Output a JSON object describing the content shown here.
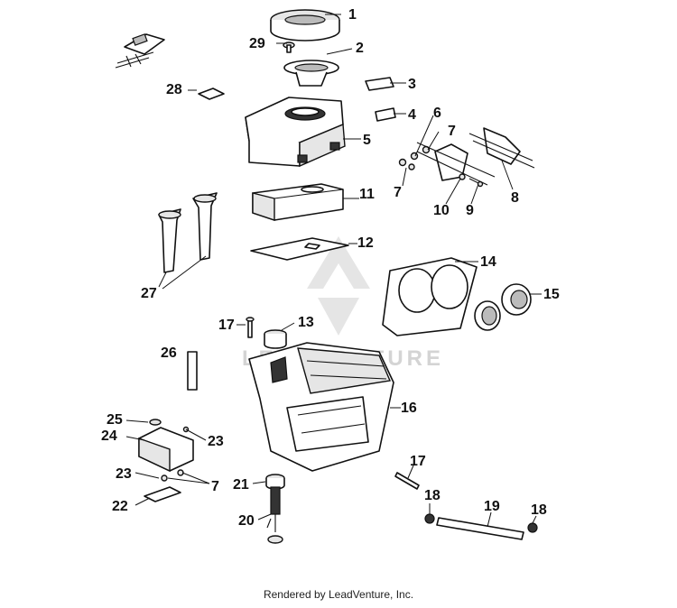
{
  "diagram": {
    "callouts": [
      "1",
      "29",
      "2",
      "3",
      "28",
      "4",
      "6",
      "7",
      "5",
      "7",
      "8",
      "10",
      "9",
      "11",
      "12",
      "14",
      "15",
      "27",
      "17",
      "13",
      "26",
      "16",
      "25",
      "24",
      "23",
      "23",
      "7",
      "21",
      "17",
      "22",
      "18",
      "19",
      "18",
      "20"
    ],
    "watermark": "LEADVENTURE"
  },
  "footer": {
    "text": "Rendered by LeadVenture, Inc."
  }
}
